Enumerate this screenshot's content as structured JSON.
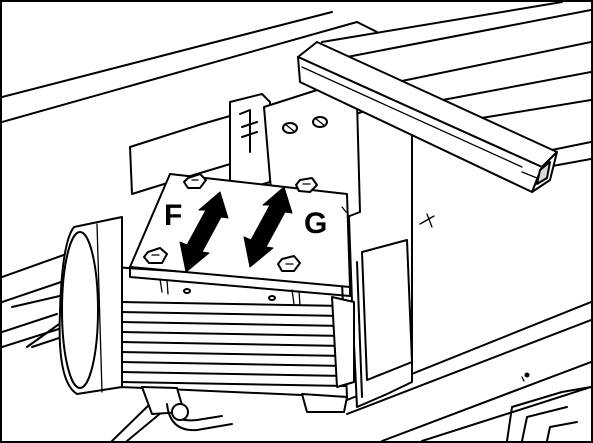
{
  "illustration": {
    "labels": {
      "f": "F",
      "g": "G"
    },
    "arrows": [
      {
        "label": "F",
        "direction": "bidirectional"
      },
      {
        "label": "G",
        "direction": "bidirectional"
      }
    ]
  }
}
